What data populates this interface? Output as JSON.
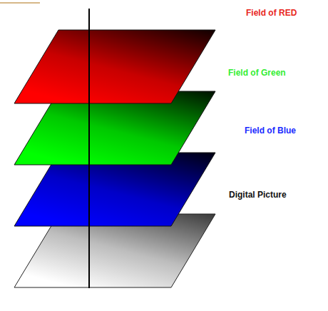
{
  "diagram": {
    "labels": [
      "Field of RED",
      "Field of Green",
      "Field of Blue",
      "Digital Picture"
    ]
  }
}
